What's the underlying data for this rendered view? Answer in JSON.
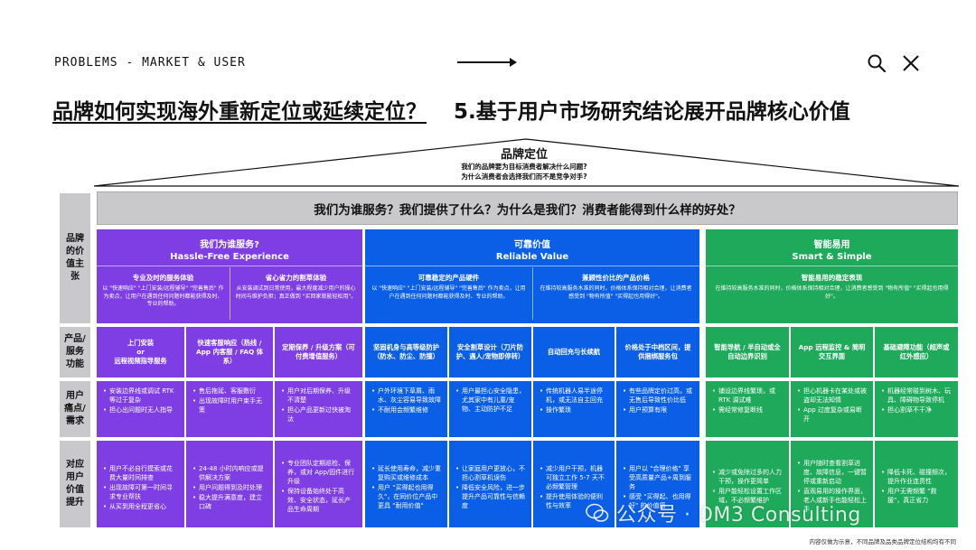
{
  "header": {
    "eyebrow": "PROBLEMS - MARKET & USER",
    "search_icon": "search-icon",
    "close_icon": "close-icon"
  },
  "headline": {
    "question": "品牌如何实现海外重新定位或延续定位？",
    "section": "5.基于用户市场研究结论展开品牌核心价值"
  },
  "roof": {
    "title": "品牌定位",
    "line1": "我们的品牌要为目标消费者解决什么问题?",
    "line2": "为什么消费者会选择我们而不是竞争对手?"
  },
  "banner": "我们为谁服务？我们提供了什么？为什么是我们？消费者能得到什么样的好处？",
  "row_labels": [
    "品牌的价值主张",
    "产品/服务功能",
    "用户痛点/需求",
    "对应用户价值提升"
  ],
  "columns": [
    {
      "title": "我们为谁服务?",
      "subtitle": "Hassle-Free Experience",
      "subs": [
        {
          "title": "专业及时的服务体验",
          "desc": "以 \"快速响应\" \"上门安装/远程辅导\" \"完善售后\" 作为卖点，让用户在遇到任何问题时都能获得及时、专业的帮助。"
        },
        {
          "title": "省心省力的割草体验",
          "desc": "从安装调试到日常使用，最大程度减少用户的操心时间与维护负担；真正做到 \"买回家就能轻松用\"。"
        }
      ]
    },
    {
      "title": "可靠价值",
      "subtitle": "Reliable Value",
      "subs": [
        {
          "title": "可靠稳定的产品硬件",
          "desc": "以 \"快速响应\" \"上门安装/远程辅导\" \"完善售后\" 作为卖点，让用户在遇到任何问题时都能获得及时、专业的帮助。"
        },
        {
          "title": "兼顾性价比的产品价格",
          "desc": "在维持较高服务水准的同时，价格体系保持相对合理，让消费者感受到 \"物有所值\" \"买得起也用得好\"。"
        }
      ]
    },
    {
      "title": "智能易用",
      "subtitle": "Smart & Simple",
      "subs": [
        {
          "title": "智能易用的稳定表现",
          "desc": "在维持较高服务水准的同时，价格体系保持相对合理，让消费者感受到 \"物有所值\" \"买得起也用得好\"。"
        }
      ]
    }
  ],
  "features": [
    [
      "上门安装\nor\n远程视频指导服务",
      "快速客服响应（热线 / App 内客服 / FAQ 体系）",
      "定期保养 / 升级方案（可付费增值服务）"
    ],
    [
      "坚固机身与高等级防护（防水、防尘、防撞）",
      "安全割草设计（刀片防护、遇人/宠物即停转）",
      "自动回充与长续航",
      "价格处于中档区间，提供捆绑服务包"
    ],
    [
      "智能导航 / 半自动或全自动边界识别",
      "App 远程监控 & 简明交互界面",
      "基础避障功能（超声或红外感应）"
    ]
  ],
  "pains": [
    [
      [
        "安装边界线或调试 RTK 等过于复杂",
        "担心出问题时无人指导"
      ],
      [
        "售后拖延、客服敷衍",
        "出现故障时用户束手无策"
      ],
      [
        "用户对后期保养、升级不清楚",
        "担心产品更新过快被淘汰"
      ]
    ],
    [
      [
        "户外环境下草屑、雨水、灰尘容易导致故障",
        "不耐用会频繁维修"
      ],
      [
        "用户最担心安全隐患，尤其家中有儿童/宠物、主动防护不足"
      ],
      [
        "传统机器人易半途停机，或无法自主回充",
        "操作繁琐"
      ],
      [
        "有些品牌定价过高，或无售后导致性价比低",
        "用户预算有限"
      ]
    ],
    [
      [
        "铺设边界线繁琐，或 RTK 调试难",
        "需经常修复断线"
      ],
      [
        "担心机器卡在某处或被盗却无法知情",
        "App 过度复杂或易断开"
      ],
      [
        "机器经常碰到树木、玩具、障碍物导致停机",
        "担心割草不干净"
      ]
    ]
  ],
  "values": [
    [
      [
        "用户不必自行摸索或花费大量时间排查",
        "出现故障可第一时间寻求专业帮扶",
        "从买到用全程更省心"
      ],
      [
        "24-48 小时内响应或提供解决方案",
        "用户问题得到及时处理",
        "稳大提升满意度，建立口碑"
      ],
      [
        "专业团队定期巡检、保养，或对 App/固件进行升级",
        "保持设备始终处于高效、安全状态，延长产品生命周期"
      ]
    ],
    [
      [
        "延长使用寿命，减少重复购买或维修成本",
        "用户 \"买得起也用得久\"，在同价位产品中更具 \"耐用价值\""
      ],
      [
        "让家庭用户更放心，不担心割草机误伤",
        "降低安全风险，进一步提升产品可靠性与信赖度"
      ],
      [
        "减少用户干预，机器可独立工作 5-7 天不必频繁管理",
        "提升使用体验的便利性与效率"
      ],
      [
        "用户以 \"合理价格\" 享受高质量产品+周到服务",
        "感受 \"买得起、也用得好\" 的价值感"
      ]
    ],
    [
      [
        "减少或免除过多的人力干预，操作更简单",
        "用户能轻松设置工作区域，不必频繁维护"
      ],
      [
        "用户随时查看割草进度、故障信息，一键暂停或重新启动",
        "直观易用的操作界面，老人或新手也能轻松上手"
      ],
      [
        "降低卡死、碰撞频次，提升作业连贯性",
        "用户无需频繁 \"救援\"，真正省力"
      ]
    ]
  ],
  "watermark": "公众号 · DM3 Consulting",
  "footnote": "内容仅做为示意，不同品牌及品类品牌定位结构均有不同",
  "colors": {
    "purple": "#7f3ee4",
    "blue": "#0a5fe6",
    "green": "#1fa95b",
    "gray": "#c9c9cb"
  }
}
